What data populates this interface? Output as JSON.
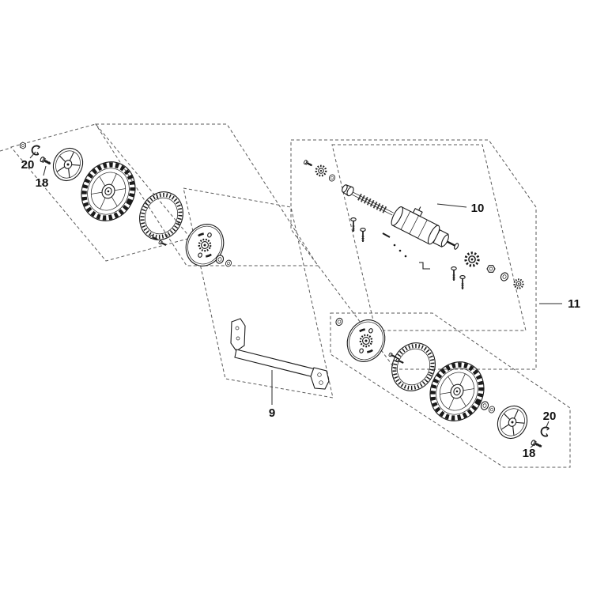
{
  "page": {
    "background_color": "#ffffff"
  },
  "diagram": {
    "kind": "exploded-parts-diagram",
    "line_color": "#1a1a1a",
    "group_box_color": "#5a5a5a",
    "callouts": [
      {
        "ref": "hubcap-clip-front",
        "label": "20"
      },
      {
        "ref": "wheel-bolt-front",
        "label": "18"
      },
      {
        "ref": "axle-bracket",
        "label": "9"
      },
      {
        "ref": "motor-gearbox",
        "label": "10"
      },
      {
        "ref": "drive-assembly",
        "label": "11"
      },
      {
        "ref": "wheel-bolt-rear",
        "label": "18"
      },
      {
        "ref": "hubcap-clip-rear",
        "label": "20"
      }
    ]
  }
}
